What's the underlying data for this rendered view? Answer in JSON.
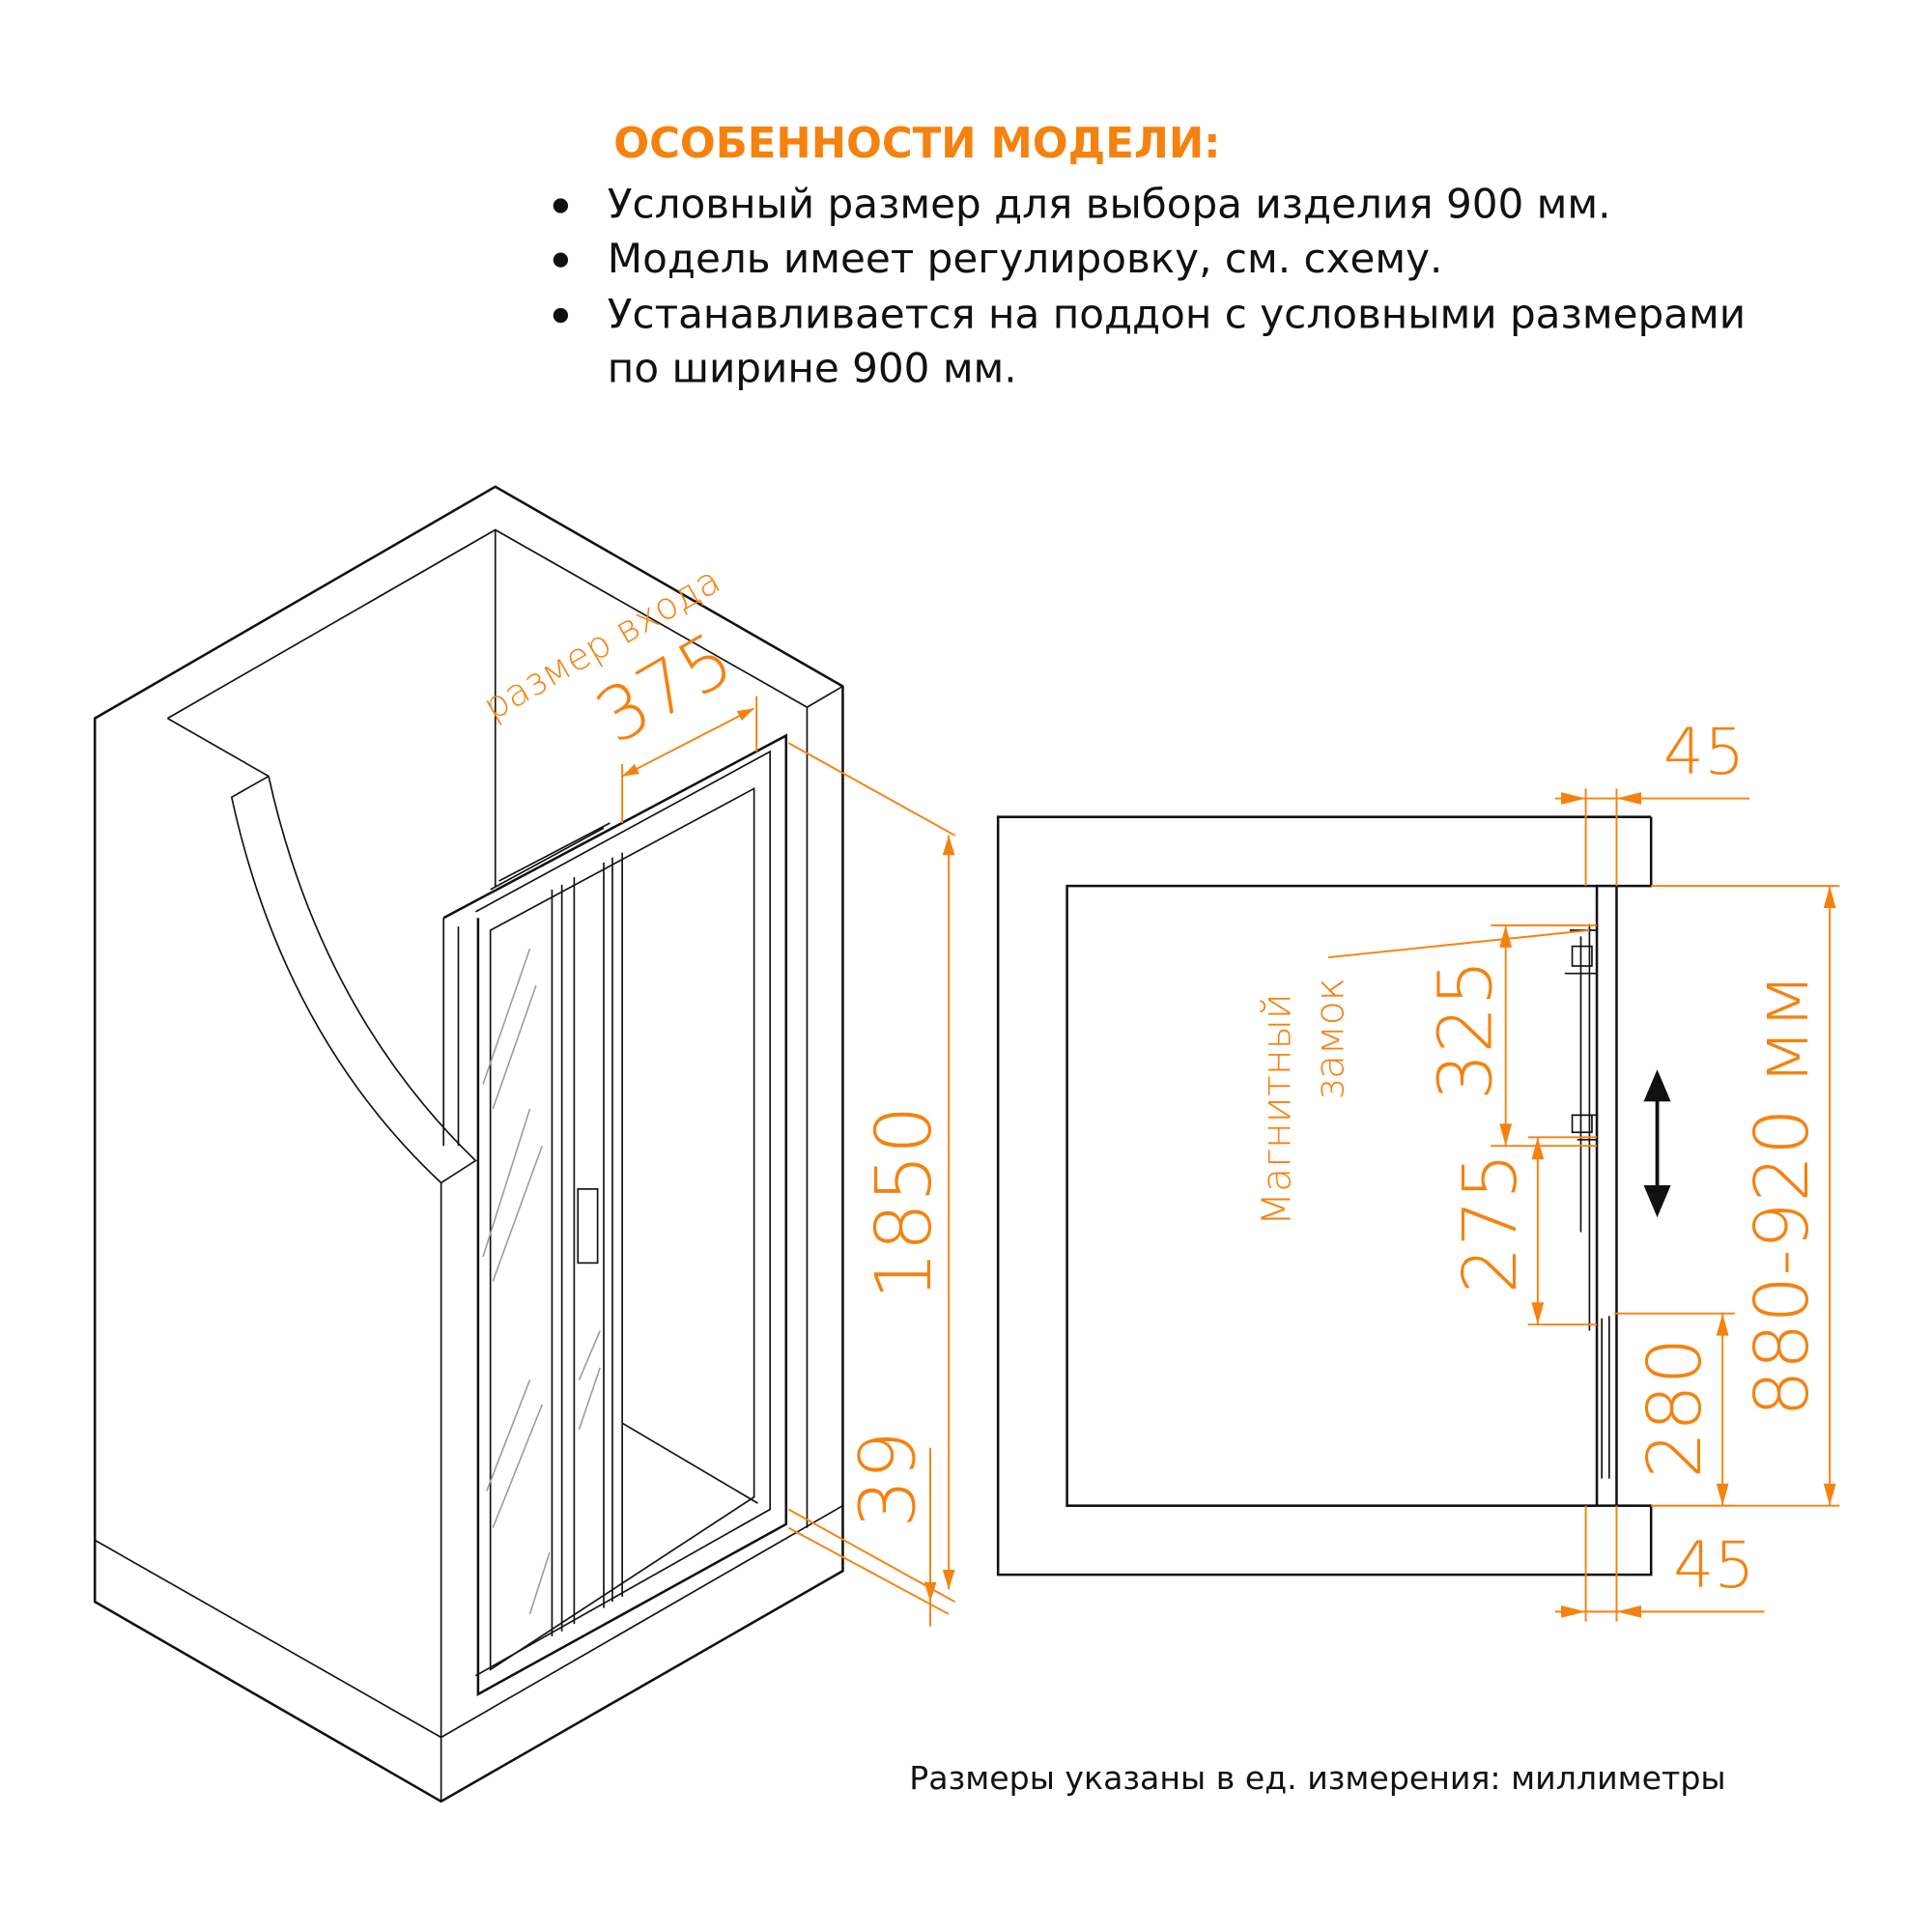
{
  "header": {
    "title": "ОСОБЕННОСТИ МОДЕЛИ:",
    "bullets": [
      "Условный размер для выбора изделия 900 мм.",
      "Модель имеет регулировку, см. схему.",
      "Устанавливается на поддон с условными размерами",
      "по ширине 900 мм."
    ]
  },
  "iso_view": {
    "entry_label": "размер входа",
    "entry_width": "375",
    "height": "1850",
    "bottom_offset": "39"
  },
  "plan_view": {
    "top_wall": "45",
    "bottom_wall": "45",
    "magnet_label_1": "Магнитный",
    "magnet_label_2": "замок",
    "dim_325": "325",
    "dim_275": "275",
    "dim_280": "280",
    "range": "880-920 мм"
  },
  "footer": "Размеры указаны в ед. измерения: миллиметры",
  "colors": {
    "accent": "#f5820f",
    "line": "#111111"
  }
}
